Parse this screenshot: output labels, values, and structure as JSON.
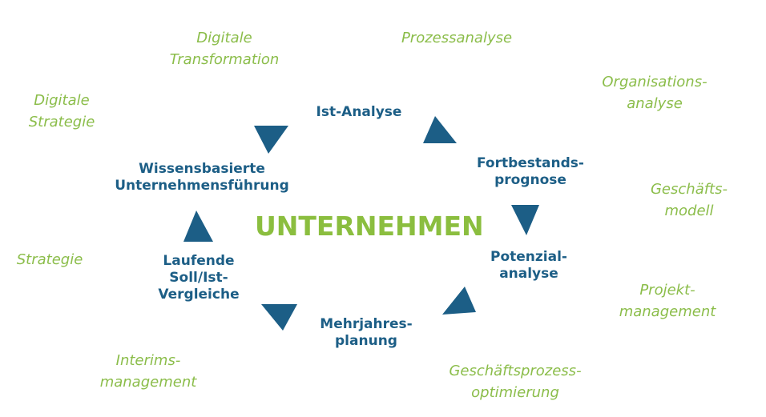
{
  "center_label": "UNTERNEHMEN",
  "cycle": {
    "ist_analyse": [
      "Ist-Analyse"
    ],
    "fortbestand": [
      "Fortbestands-",
      "prognose"
    ],
    "potenzial": [
      "Potenzial-",
      "analyse"
    ],
    "mehrjahres": [
      "Mehrjahres-",
      "planung"
    ],
    "laufende": [
      "Laufende",
      "Soll/Ist-",
      "Vergleiche"
    ],
    "wissen": [
      "Wissensbasierte",
      "Unternehmensführung"
    ]
  },
  "services": {
    "digitale_transformation": [
      "Digitale",
      "Transformation"
    ],
    "prozessanalyse": [
      "Prozessanalyse"
    ],
    "organisationsanalyse": [
      "Organisations-",
      "analyse"
    ],
    "geschaeftsmodell": [
      "Geschäfts-",
      "modell"
    ],
    "projektmanagement": [
      "Projekt-",
      "management"
    ],
    "geschaeftsprozessoptimierung": [
      "Geschäftsprozess-",
      "optimierung"
    ],
    "interimsmanagement": [
      "Interims-",
      "management"
    ],
    "strategie": [
      "Strategie"
    ],
    "digitale_strategie": [
      "Digitale",
      "Strategie"
    ]
  },
  "colors": {
    "cycle_text": "#1c5e86",
    "arrow": "#1c5e86",
    "service_text": "#8bbd4a",
    "center_text": "#8bbe3f"
  }
}
